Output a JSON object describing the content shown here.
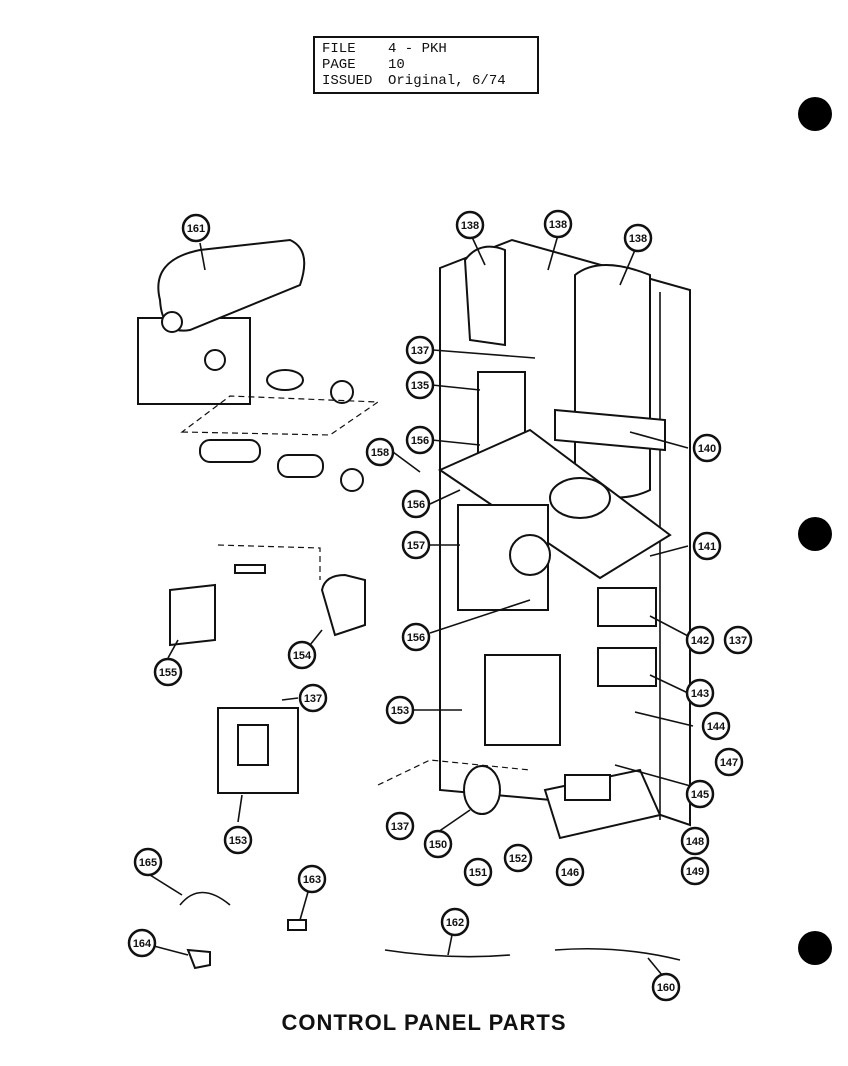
{
  "info": {
    "rows": [
      {
        "key": "FILE",
        "value": "4 - PKH"
      },
      {
        "key": "PAGE",
        "value": "10"
      },
      {
        "key": "ISSUED",
        "value": "Original, 6/74"
      }
    ]
  },
  "title": "CONTROL PANEL PARTS",
  "labels": [
    "161",
    "138",
    "138",
    "138",
    "137",
    "135",
    "156",
    "158",
    "156",
    "157",
    "140",
    "141",
    "142",
    "137",
    "143",
    "144",
    "147",
    "145",
    "148",
    "149",
    "146",
    "155",
    "154",
    "156",
    "153",
    "137",
    "153",
    "137",
    "150",
    "151",
    "152",
    "165",
    "163",
    "162",
    "164",
    "160"
  ]
}
